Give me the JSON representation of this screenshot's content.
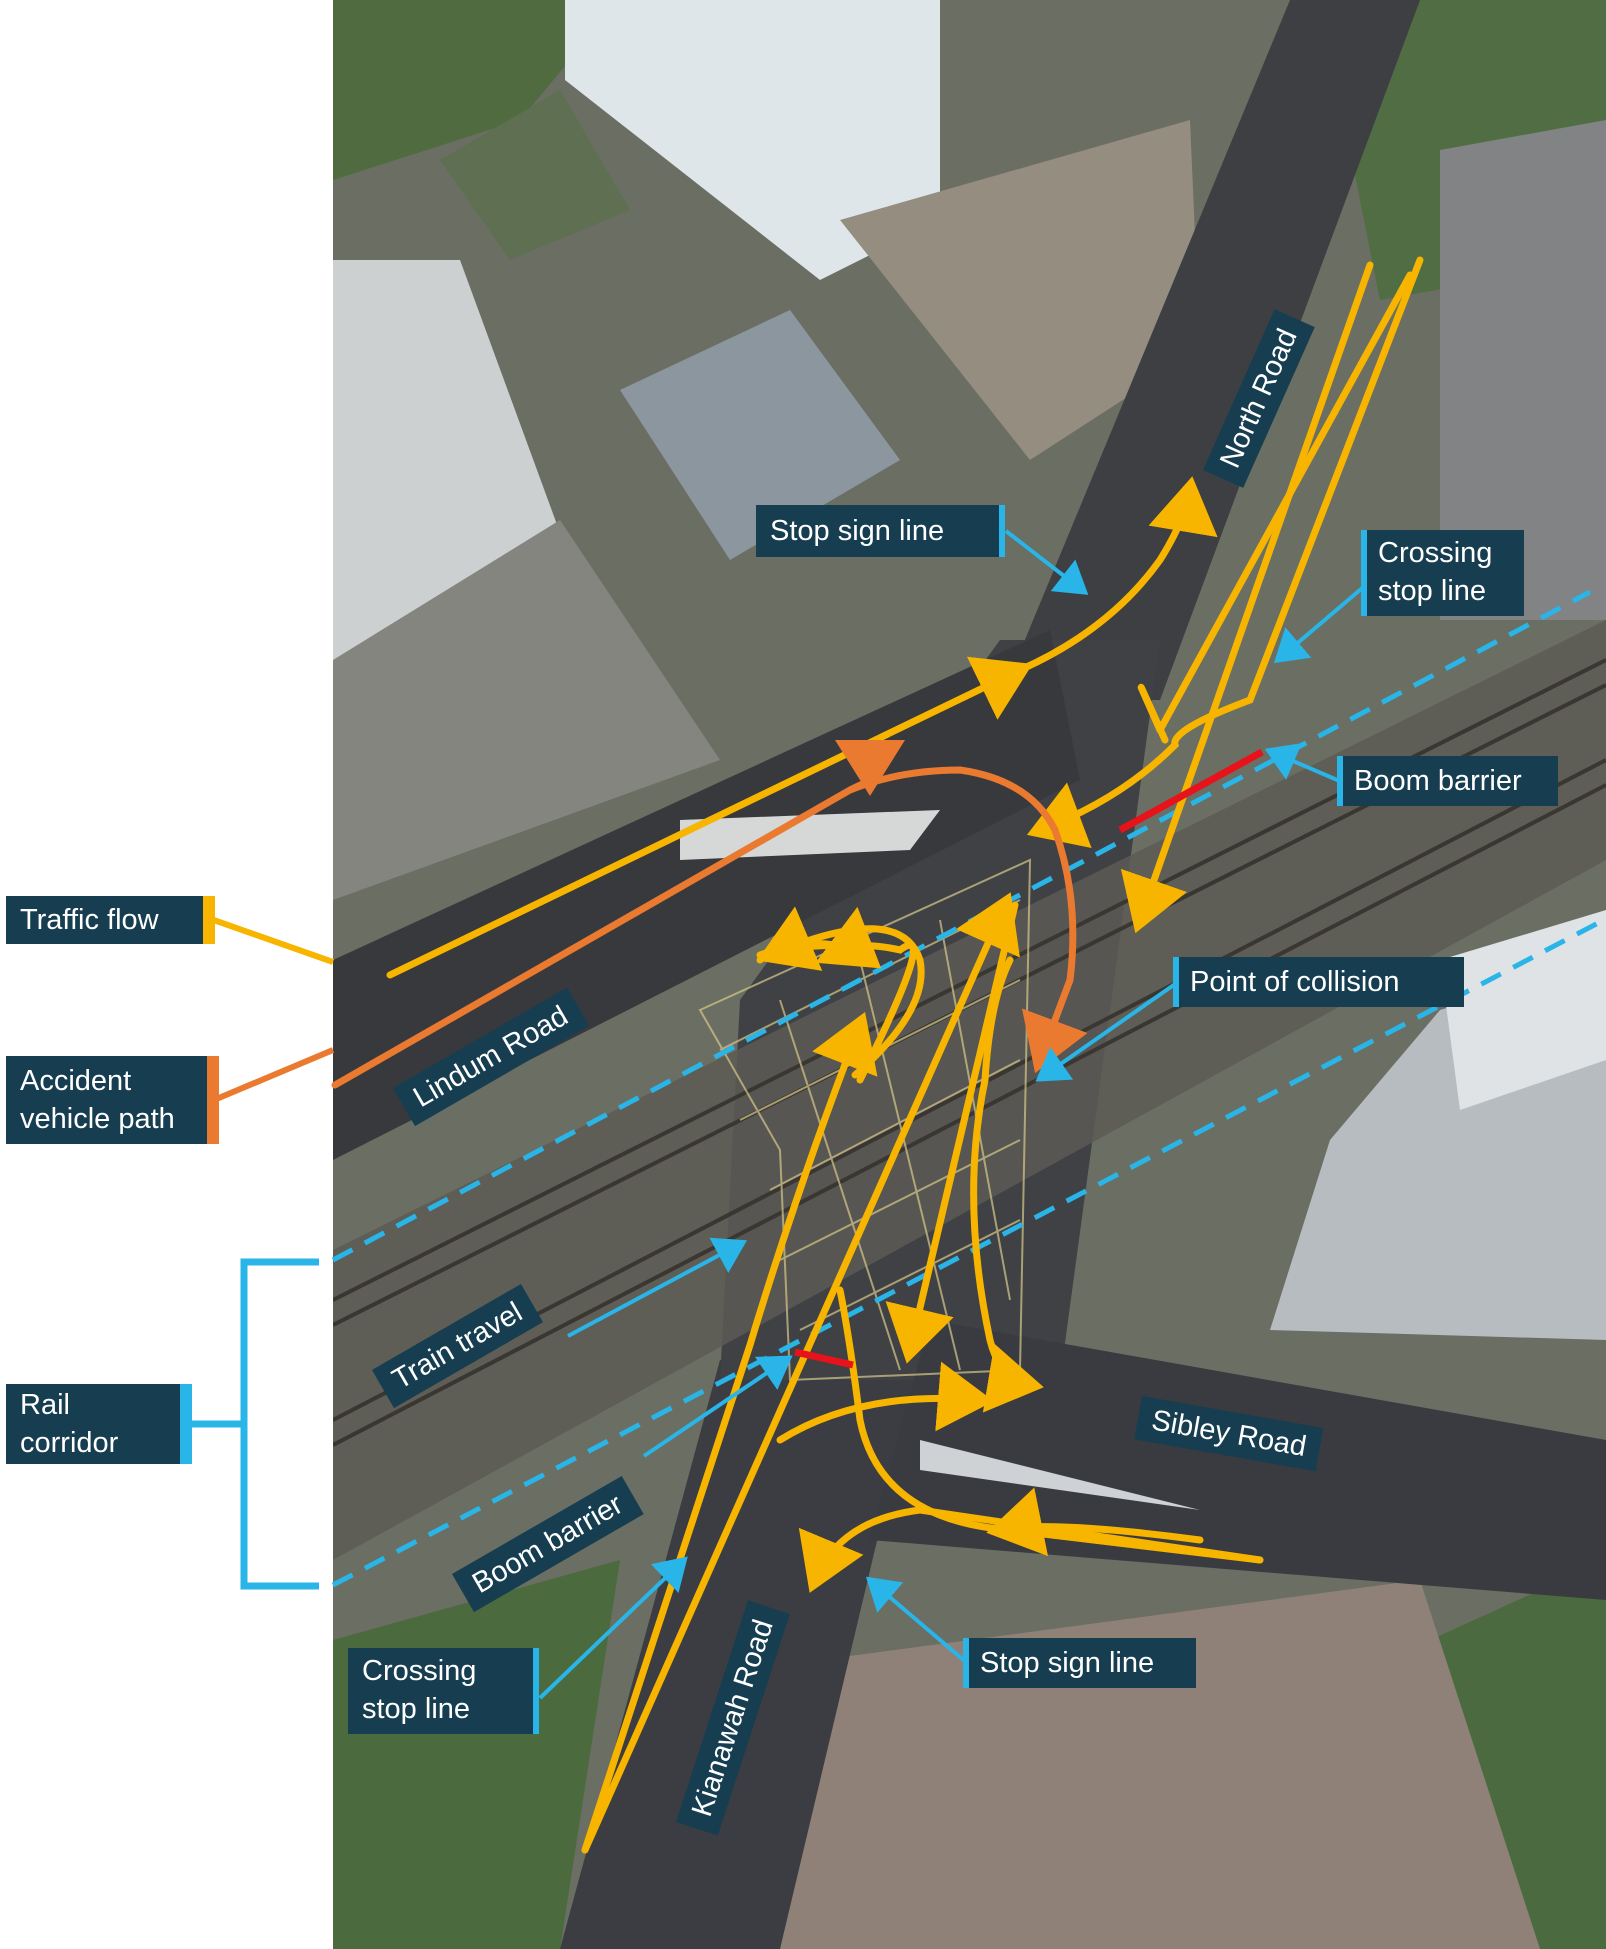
{
  "colors": {
    "traffic_flow": "#f7b500",
    "accident_path": "#ea7a2f",
    "rail_corridor": "#29b5e8",
    "boom_barrier": "#e8121b",
    "label_bg": "#163e50",
    "label_text": "#ffffff"
  },
  "legend": {
    "traffic_flow": "Traffic flow",
    "accident_path_line1": "Accident",
    "accident_path_line2": "vehicle path",
    "rail_corridor_line1": "Rail",
    "rail_corridor_line2": "corridor"
  },
  "roads": {
    "north": "North Road",
    "lindum": "Lindum Road",
    "sibley": "Sibley Road",
    "kianawah": "Kianawah Road"
  },
  "callouts": {
    "stop_sign_line_top": "Stop sign line",
    "crossing_stop_line_top_1": "Crossing",
    "crossing_stop_line_top_2": "stop line",
    "boom_barrier_top": "Boom barrier",
    "point_of_collision": "Point of collision",
    "train_travel": "Train travel",
    "boom_barrier_bottom": "Boom barrier",
    "crossing_stop_line_bottom_1": "Crossing",
    "crossing_stop_line_bottom_2": "stop line",
    "stop_sign_line_bottom": "Stop sign line"
  }
}
